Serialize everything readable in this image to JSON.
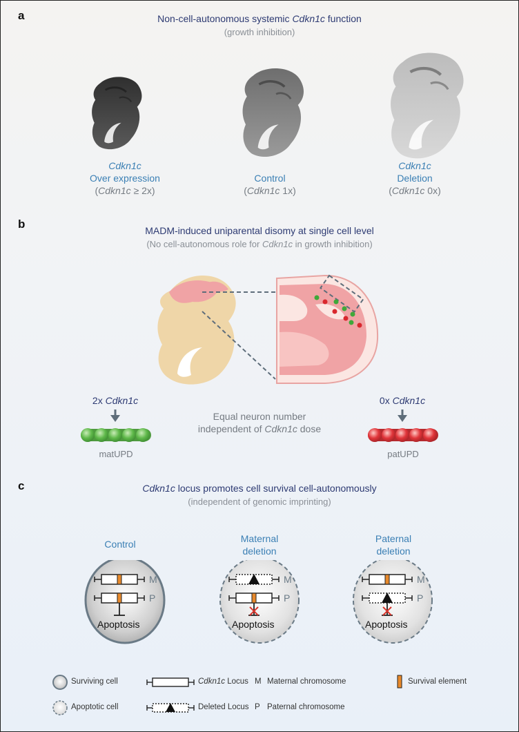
{
  "panel_a": {
    "letter": "a",
    "title_pre": "Non-cell-autonomous systemic ",
    "title_gene": "Cdkn1c",
    "title_post": " function",
    "subtitle": "(growth inhibition)",
    "columns": [
      {
        "gene": "Cdkn1c",
        "line2": "Over expression",
        "paren_open": "(",
        "paren_gene": "Cdkn1c",
        "paren_val": " ≥ 2x)"
      },
      {
        "gene": "",
        "line2": "Control",
        "paren_open": "(",
        "paren_gene": "Cdkn1c",
        "paren_val": " 1x)"
      },
      {
        "gene": "Cdkn1c",
        "line2": "Deletion",
        "paren_open": "(",
        "paren_gene": "Cdkn1c",
        "paren_val": " 0x)"
      }
    ]
  },
  "panel_b": {
    "letter": "b",
    "title": "MADM-induced uniparental disomy at single cell level",
    "subtitle_pre": "(No cell-autonomous role for ",
    "subtitle_gene": "Cdkn1c",
    "subtitle_post": " in growth inhibition)",
    "left_dose": "2x ",
    "left_gene": "Cdkn1c",
    "left_label": "matUPD",
    "right_dose": "0x ",
    "right_gene": "Cdkn1c",
    "right_label": "patUPD",
    "center_line1": "Equal neuron number",
    "center_line2_pre": "independent of ",
    "center_line2_gene": "Cdkn1c",
    "center_line2_post": " dose",
    "colors": {
      "green": "#5fb84a",
      "red": "#e0353a",
      "embryo": "#efd6a8",
      "brain": "#f0a3a5"
    }
  },
  "panel_c": {
    "letter": "c",
    "title_gene": "Cdkn1c",
    "title_post": " locus promotes cell survival cell-autonomously",
    "subtitle": "(independent of genomic imprinting)",
    "cells": [
      {
        "title1": "Control",
        "title2": "",
        "m": "M",
        "p": "P",
        "apoptosis": "Apoptosis"
      },
      {
        "title1": "Maternal",
        "title2": "deletion",
        "m": "M",
        "p": "P",
        "apoptosis": "Apoptosis"
      },
      {
        "title1": "Paternal",
        "title2": "deletion",
        "m": "M",
        "p": "P",
        "apoptosis": "Apoptosis"
      }
    ],
    "legend": {
      "surviving": "Surviving cell",
      "apoptotic": "Apoptotic cell",
      "locus_gene": "Cdkn1c",
      "locus_post": " Locus",
      "deleted": "Deleted Locus",
      "m_key": "M",
      "m_text": "Maternal chromosome",
      "p_key": "P",
      "p_text": "Paternal chromosome",
      "survival": "Survival element"
    },
    "colors": {
      "survival": "#e8892b",
      "inhibit_red": "#d9342b",
      "cell_border": "#6a7a86"
    }
  }
}
